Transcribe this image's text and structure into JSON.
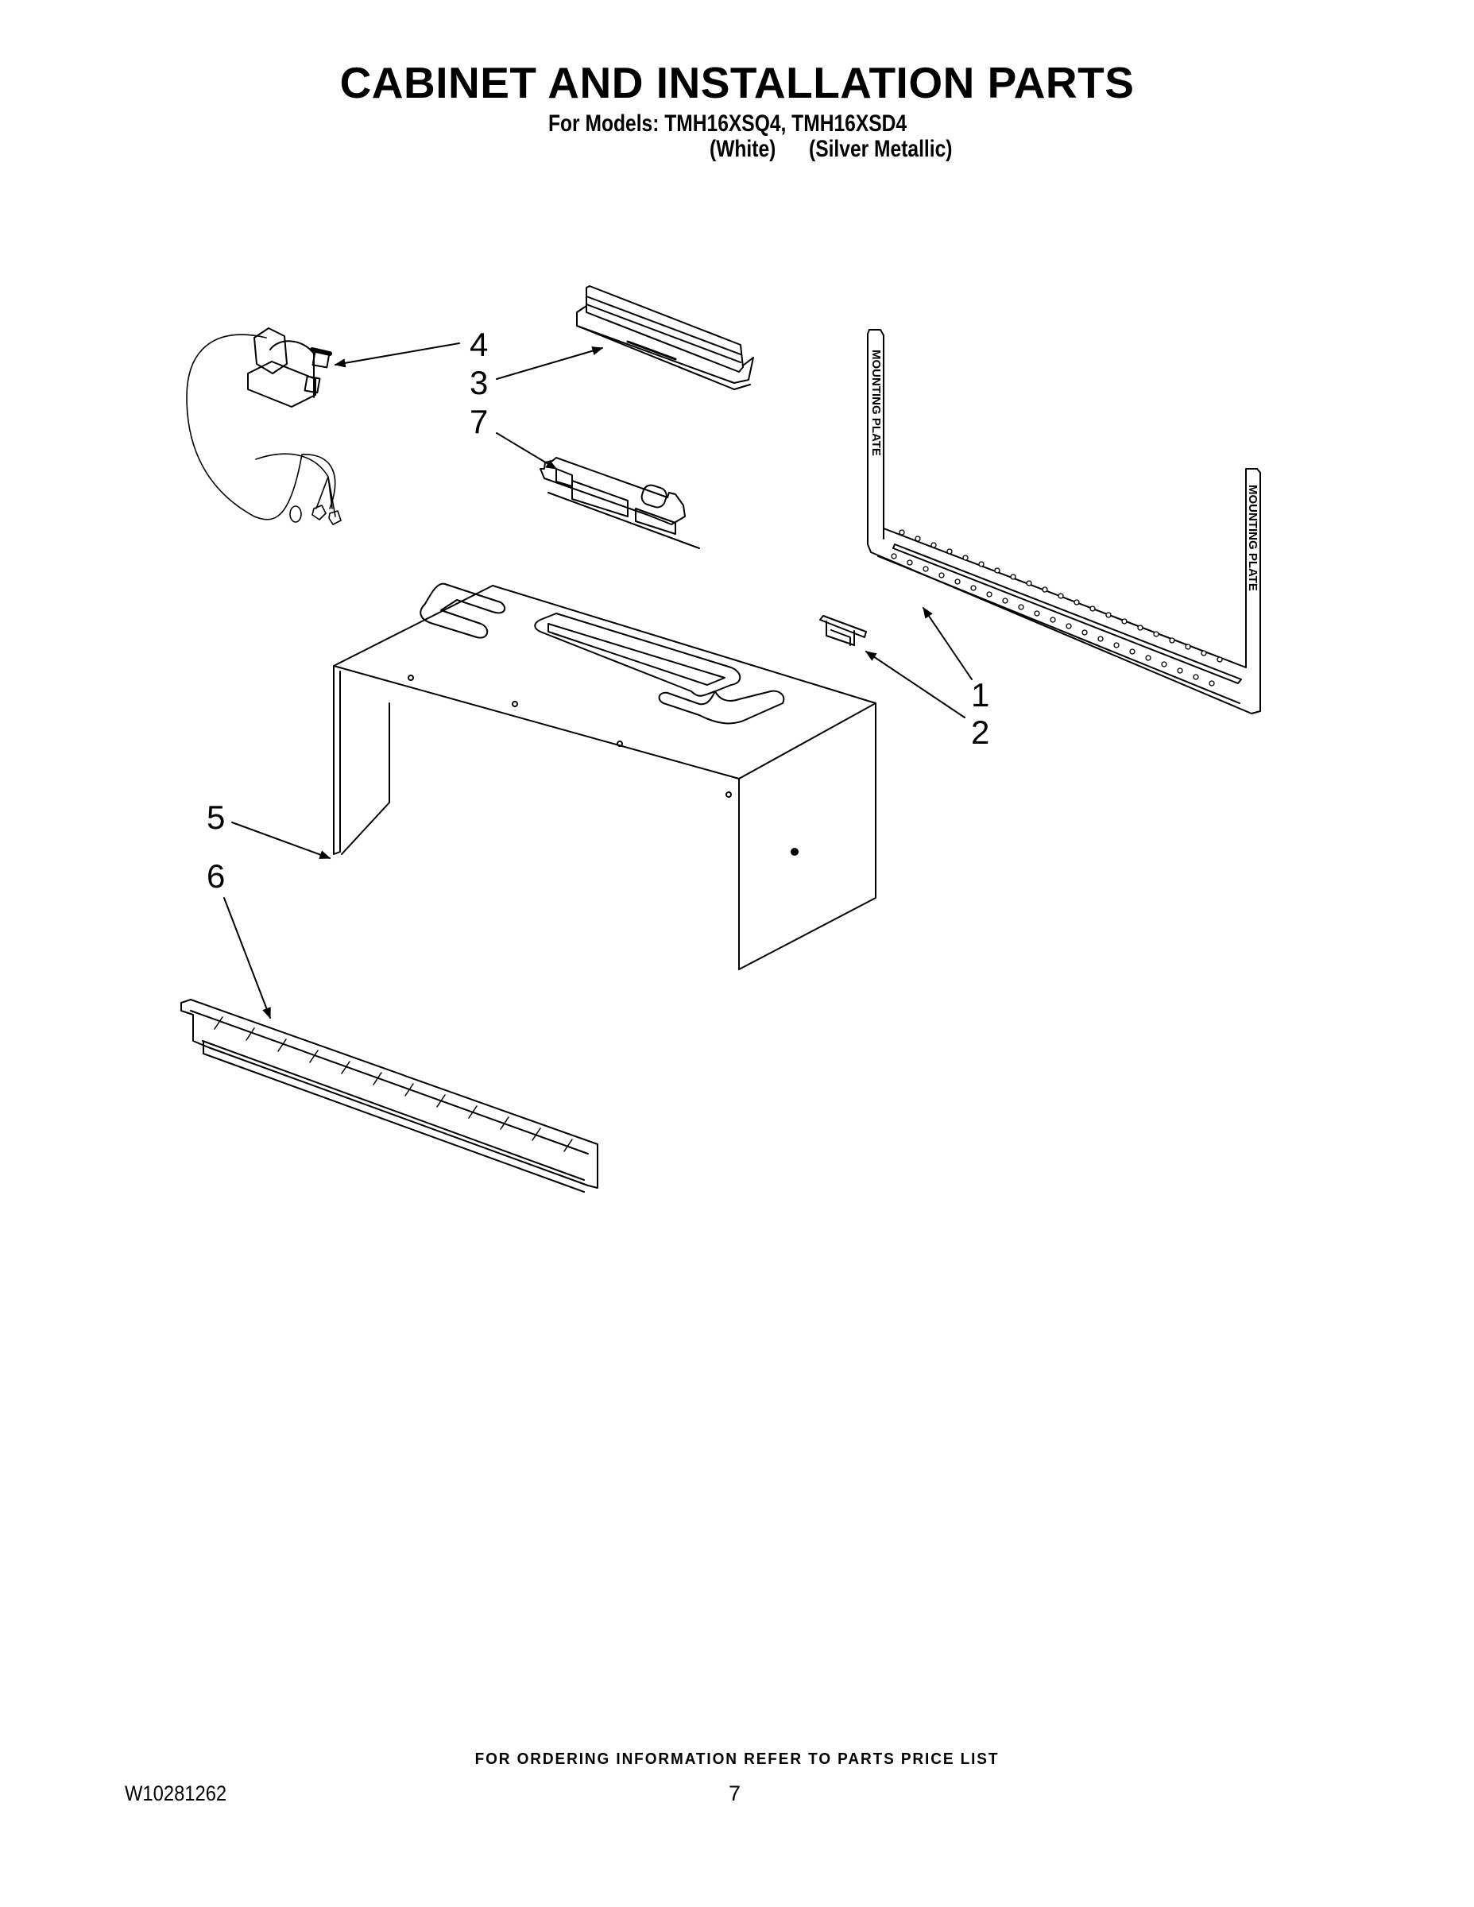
{
  "header": {
    "title": "CABINET AND INSTALLATION PARTS",
    "models_line": "For Models: TMH16XSQ4, TMH16XSD4",
    "model_colors": [
      "(White)",
      "(Silver Metallic)"
    ]
  },
  "diagram": {
    "callouts": [
      {
        "number": "1",
        "part": "mounting-plate"
      },
      {
        "number": "2",
        "part": "mounting-bracket"
      },
      {
        "number": "3",
        "part": "vent-damper"
      },
      {
        "number": "4",
        "part": "power-cord"
      },
      {
        "number": "5",
        "part": "cabinet-wrapper"
      },
      {
        "number": "6",
        "part": "vent-grille"
      },
      {
        "number": "7",
        "part": "control-bracket-plate"
      }
    ],
    "mounting_plate_text": "MOUNTING PLATE"
  },
  "footer": {
    "ordering_note": "FOR ORDERING INFORMATION REFER TO PARTS PRICE LIST",
    "doc_number": "W10281262",
    "page_number": "7"
  }
}
